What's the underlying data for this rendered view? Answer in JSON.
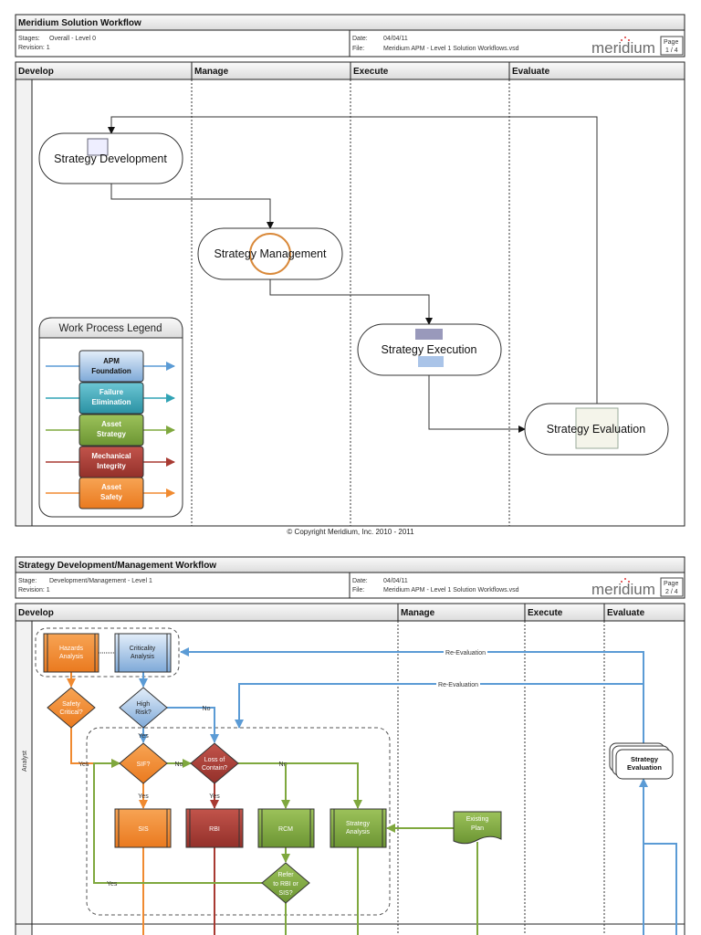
{
  "page1": {
    "title": "Meridium Solution Workflow",
    "stages_label": "Stages:",
    "stages_value": "Overall - Level 0",
    "revision": "Revision: 1",
    "date_label": "Date:",
    "date_value": "04/04/11",
    "file_label": "File:",
    "file_value": "Meridium APM - Level 1 Solution Workflows.vsd",
    "logo": "meridium",
    "page_label": "Page",
    "page_value": "1 / 4",
    "lanes": [
      "Develop",
      "Manage",
      "Execute",
      "Evaluate"
    ],
    "nodes": {
      "development": "Strategy Development",
      "management": "Strategy Management",
      "execution": "Strategy Execution",
      "evaluation": "Strategy Evaluation"
    },
    "legend": {
      "title": "Work Process Legend",
      "items": [
        {
          "line1": "APM",
          "line2": "Foundation",
          "color": "#5b9bd5"
        },
        {
          "line1": "Failure",
          "line2": "Elimination",
          "color": "#31a3b5"
        },
        {
          "line1": "Asset",
          "line2": "Strategy",
          "color": "#7fa83e"
        },
        {
          "line1": "Mechanical",
          "line2": "Integrity",
          "color": "#a83a32"
        },
        {
          "line1": "Asset",
          "line2": "Safety",
          "color": "#f08a30"
        }
      ]
    },
    "copyright": "© Copyright Meridium, Inc. 2010 - 2011"
  },
  "page2": {
    "title": "Strategy Development/Management Workflow",
    "stage_label": "Stage:",
    "stage_value": "Development/Management - Level 1",
    "revision": "Revision: 1",
    "date_label": "Date:",
    "date_value": "04/04/11",
    "file_label": "File:",
    "file_value": "Meridium APM - Level 1 Solution Workflows.vsd",
    "logo": "meridium",
    "page_label": "Page",
    "page_value": "2 / 4",
    "lanes": [
      "Develop",
      "Manage",
      "Execute",
      "Evaluate"
    ],
    "role": "Analyst",
    "shapes": {
      "hazards": [
        "Hazards",
        "Analysis"
      ],
      "criticality": [
        "Criticality",
        "Analysis"
      ],
      "safety_critical": [
        "Safety",
        "Critical?"
      ],
      "high_risk": [
        "High",
        "Risk?"
      ],
      "sif": "SIF?",
      "loss": [
        "Loss of",
        "Contain?"
      ],
      "sis": "SIS",
      "rbi": "RBI",
      "rcm": "RCM",
      "strategy_analysis": [
        "Strategy",
        "Analysis"
      ],
      "refer": [
        "Refer",
        "to RBI or",
        "SIS?"
      ],
      "existing_plan": [
        "Existing",
        "Plan"
      ],
      "strategy_evaluation": [
        "Strategy",
        "Evaluation"
      ]
    },
    "labels": {
      "yes": "Yes",
      "no": "No",
      "re_evaluation": "Re-Evaluation"
    }
  },
  "colors": {
    "orange": "#f08a30",
    "blue": "#5b9bd5",
    "red": "#a83a32",
    "green": "#7fa83e",
    "teal": "#31a3b5"
  }
}
